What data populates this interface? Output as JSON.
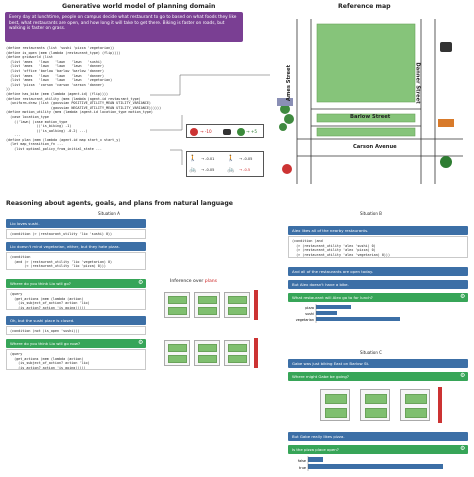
{
  "planning": {
    "title": "Generative world model of planning domain",
    "prompt": "Every day at lunchtime, people on campus decide what restaurant to go to based on what foods they like best, what restaurants are open, and how long it will take to get there. Biking is faster on roads, but walking is faster on grass.",
    "code_lines": [
      "(define restaurants (list 'sushi 'pizza 'vegetarian))",
      "(define is_open (mem (lambda (restaurant_type) (flip))))",
      "(define gridworld (list",
      "  (list 'ames   'lawn   'lawn   'lawn   'sushi)",
      "  (list 'ames   'lawn   'lawn   'lawn   'danner)",
      "  (list 'office 'barlow 'barlow 'barlow 'danner)",
      "  (list 'ames   'lawn   'lawn   'lawn   'danner)",
      "  (list 'ames   'lawn   'lawn   'lawn   'vegetarian)",
      "  (list 'pizza  'carson 'carson 'carson 'danner)",
      "))",
      "(define has_bike (mem (lambda (agent-id) (flip))))",
      "(define restaurant_utility (mem (lambda (agent-id restaurant_type)",
      "  (uniform-draw (list (gaussian POSITIVE_UTILITY_MEAN UTILITY_VARIANCE)",
      "                      (gaussian NEGATIVE_UTILITY_MEAN UTILITY_VARIANCE))))))",
      "(define motion_utility (mem (lambda (agent-id location_type motion_type)",
      "  (case location_type",
      "    (('lawn) (case motion_type",
      "               (('is_biking) -1)",
      "               (('is_walking) -0.2) ...)",
      "    ...",
      "(define plan (mem (lambda (agent-id map start_x start_y)",
      "  (let map_transition_fn ...",
      "    (list optimal_policy_from_initial_state ..."
    ],
    "utility_box": {
      "arrow": "→ -10",
      "value": "→ +5"
    },
    "motion_box": {
      "row1_a": "→ -0.01",
      "row1_b": "→ -0.05",
      "row2_a": "→ -0.05",
      "row2_b": "→ -0.5"
    }
  },
  "reference_map": {
    "title": "Reference map",
    "streets": {
      "ames": "Ames Street",
      "barlow": "Barlow Street",
      "danner": "Danner Street",
      "carson": "Carson Avenue"
    }
  },
  "reasoning": {
    "title": "Reasoning about agents, goals, and plans from natural language",
    "situation_a": {
      "label": "Situation A",
      "msg1": "Lio loves sushi.",
      "code1": "(condition (> (restaurant_utility 'lio 'sushi) 0))",
      "msg2": "Lio doesn't mind vegetarian, either, but they hate pizza.",
      "code2": [
        "(condition",
        "  (and (> (restaurant_utility 'lio 'vegetarian) 0)",
        "       (< (restaurant_utility 'lio 'pizza) 0)))"
      ],
      "q1": "Where do you think Lio will go?",
      "query1": [
        "(query",
        "  (get_actions (mem (lambda (action)",
        "    (is_subject_of_action? action 'lio)",
        "    (is_action? action 'is_going)))))"
      ],
      "msg3": "Oh, but the sushi place is closed.",
      "code3": "(condition (not (is_open 'sushi)))",
      "q2": "Where do you think Lio will go now?",
      "query2": [
        "(query",
        "  (get_actions (mem (lambda (action)",
        "    (is_subject_of_action? action 'lio)",
        "    (is_action? action 'is_going)))))"
      ],
      "inference_label": "Inference over ",
      "inference_plans": "plans"
    },
    "situation_b": {
      "label": "Situation B",
      "msg1": "Alex likes all of the nearby restaurants.",
      "code1": [
        "(condition (and",
        "  (> (restaurant_utility 'alex 'sushi) 0)",
        "  (> (restaurant_utility 'alex 'pizza) 0)",
        "  (> (restaurant_utility 'alex 'vegetarian) 0)))"
      ],
      "msg2": "And all of the restaurants are open today.",
      "msg3": "But Alex doesn't have a bike.",
      "q1": "What restaurant will Alex go to for lunch?",
      "bars": [
        "pizza",
        "sushi",
        "vegetarian"
      ]
    },
    "situation_c": {
      "label": "Situation C",
      "msg1": "Gabe was just biking East on Barlow St.",
      "q1": "Where might Gabe be going?",
      "msg2": "But Gabe really likes pizza.",
      "q2": "Is the pizza place open?",
      "bars": [
        "false",
        "true"
      ]
    }
  },
  "chart_data": [
    {
      "type": "bar",
      "categories": [
        "pizza",
        "sushi",
        "vegetarian"
      ],
      "values": [
        0.25,
        0.15,
        0.6
      ]
    },
    {
      "type": "bar",
      "categories": [
        "false",
        "true"
      ],
      "values": [
        0.1,
        0.9
      ]
    }
  ]
}
